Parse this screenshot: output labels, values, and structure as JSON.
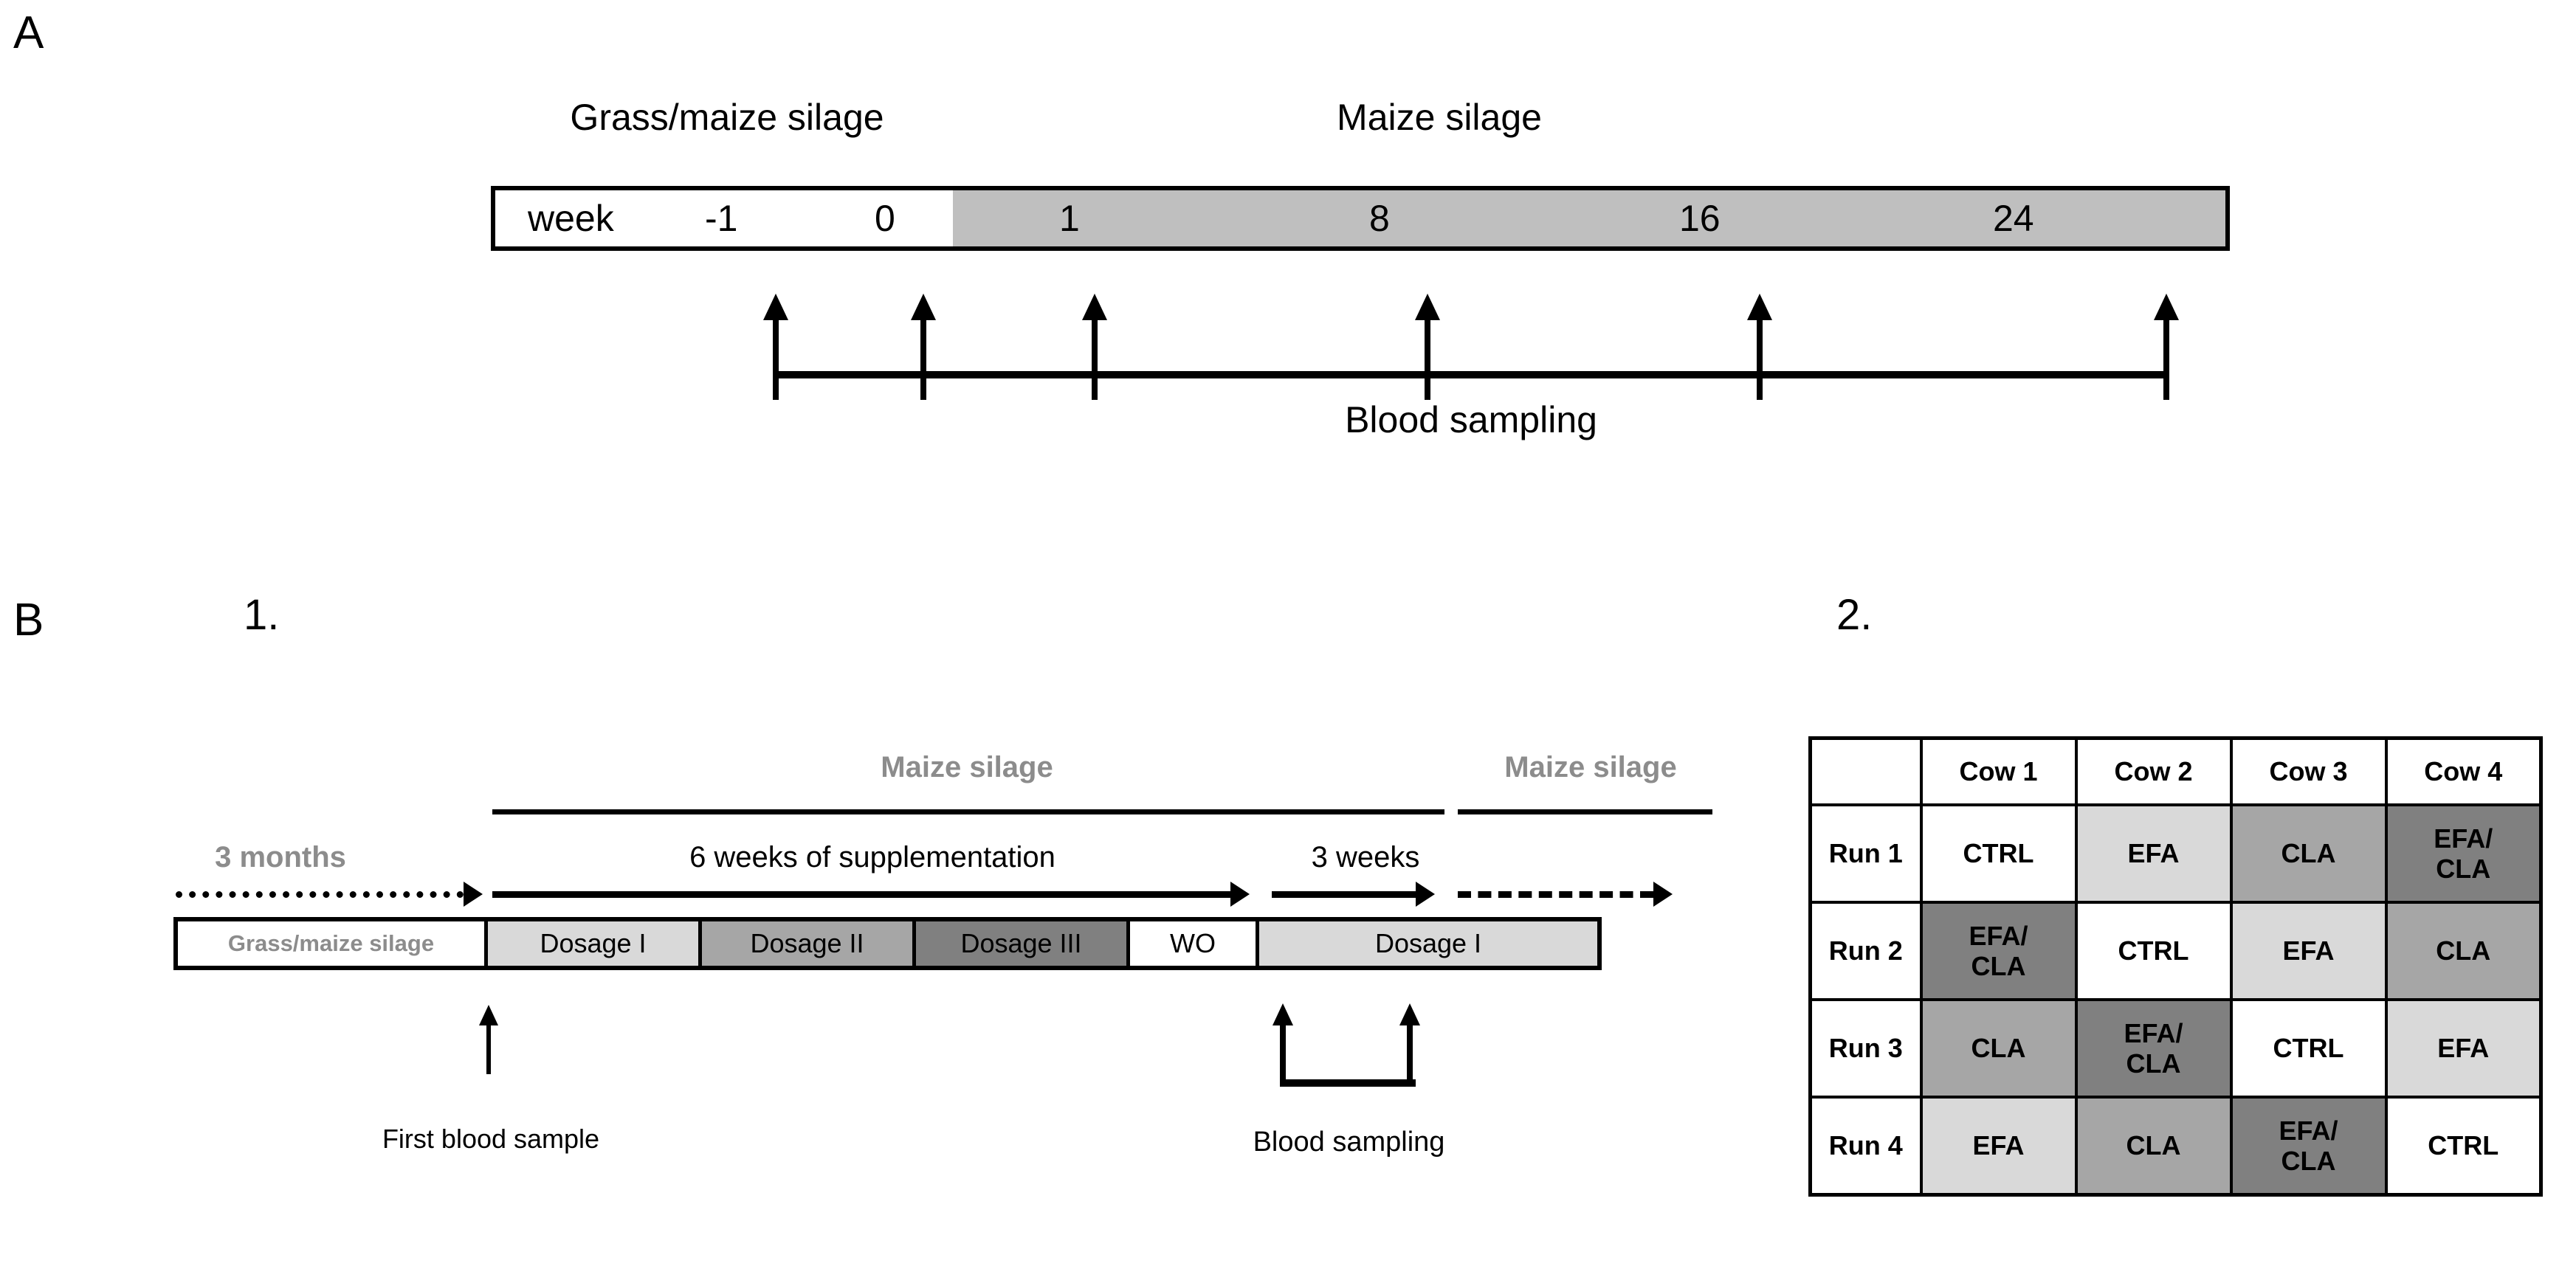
{
  "panels": {
    "a": {
      "letter": "A",
      "diets": [
        {
          "label": "Grass/maize silage"
        },
        {
          "label": "Maize silage"
        }
      ],
      "timeline": {
        "row_label": "week",
        "ticks": [
          "-1",
          "0",
          "1",
          "8",
          "16",
          "24"
        ],
        "segments": [
          {
            "name": "grass-maize-silage",
            "fill": "white"
          },
          {
            "name": "maize-silage",
            "fill": "gray"
          }
        ]
      },
      "sampling_caption": "Blood sampling",
      "sampling_points": 6
    },
    "b": {
      "letter": "B",
      "sub1": {
        "number": "1.",
        "diet_labels": [
          {
            "label": "Maize silage"
          },
          {
            "label": "Maize silage"
          }
        ],
        "phase_labels": [
          {
            "label": "3 months",
            "style": "gray"
          },
          {
            "label": "6 weeks of supplementation",
            "style": "black"
          },
          {
            "label": "3 weeks",
            "style": "black"
          }
        ],
        "segments": [
          {
            "label": "Grass/maize silage",
            "fill": "#ffffff",
            "text": "gray"
          },
          {
            "label": "Dosage I",
            "fill": "#d9d9d9",
            "text": "black"
          },
          {
            "label": "Dosage II",
            "fill": "#a6a6a6",
            "text": "black"
          },
          {
            "label": "Dosage III",
            "fill": "#808080",
            "text": "black"
          },
          {
            "label": "WO",
            "fill": "#ffffff",
            "text": "black"
          },
          {
            "label": "Dosage I",
            "fill": "#d9d9d9",
            "text": "black"
          }
        ],
        "annotations": [
          {
            "label": "First blood sample"
          },
          {
            "label": "Blood sampling"
          }
        ]
      },
      "sub2": {
        "number": "2.",
        "table": {
          "corner": "",
          "columns": [
            "Cow 1",
            "Cow 2",
            "Cow 3",
            "Cow 4"
          ],
          "rows": [
            {
              "label": "Run 1",
              "cells": [
                {
                  "value": "CTRL",
                  "fill": "#ffffff"
                },
                {
                  "value": "EFA",
                  "fill": "#d9d9d9"
                },
                {
                  "value": "CLA",
                  "fill": "#a6a6a6"
                },
                {
                  "value": "EFA/\nCLA",
                  "fill": "#808080"
                }
              ]
            },
            {
              "label": "Run 2",
              "cells": [
                {
                  "value": "EFA/\nCLA",
                  "fill": "#808080"
                },
                {
                  "value": "CTRL",
                  "fill": "#ffffff"
                },
                {
                  "value": "EFA",
                  "fill": "#d9d9d9"
                },
                {
                  "value": "CLA",
                  "fill": "#a6a6a6"
                }
              ]
            },
            {
              "label": "Run 3",
              "cells": [
                {
                  "value": "CLA",
                  "fill": "#a6a6a6"
                },
                {
                  "value": "EFA/\nCLA",
                  "fill": "#808080"
                },
                {
                  "value": "CTRL",
                  "fill": "#ffffff"
                },
                {
                  "value": "EFA",
                  "fill": "#d9d9d9"
                }
              ]
            },
            {
              "label": "Run 4",
              "cells": [
                {
                  "value": "EFA",
                  "fill": "#d9d9d9"
                },
                {
                  "value": "CLA",
                  "fill": "#a6a6a6"
                },
                {
                  "value": "EFA/\nCLA",
                  "fill": "#808080"
                },
                {
                  "value": "CTRL",
                  "fill": "#ffffff"
                }
              ]
            }
          ]
        }
      }
    }
  },
  "colors": {
    "silage_gray": "#bfbfbf",
    "dosage_light": "#d9d9d9",
    "dosage_medium": "#a6a6a6",
    "dosage_dark": "#808080",
    "muted_text": "#8c8c8c",
    "ink": "#000000"
  }
}
